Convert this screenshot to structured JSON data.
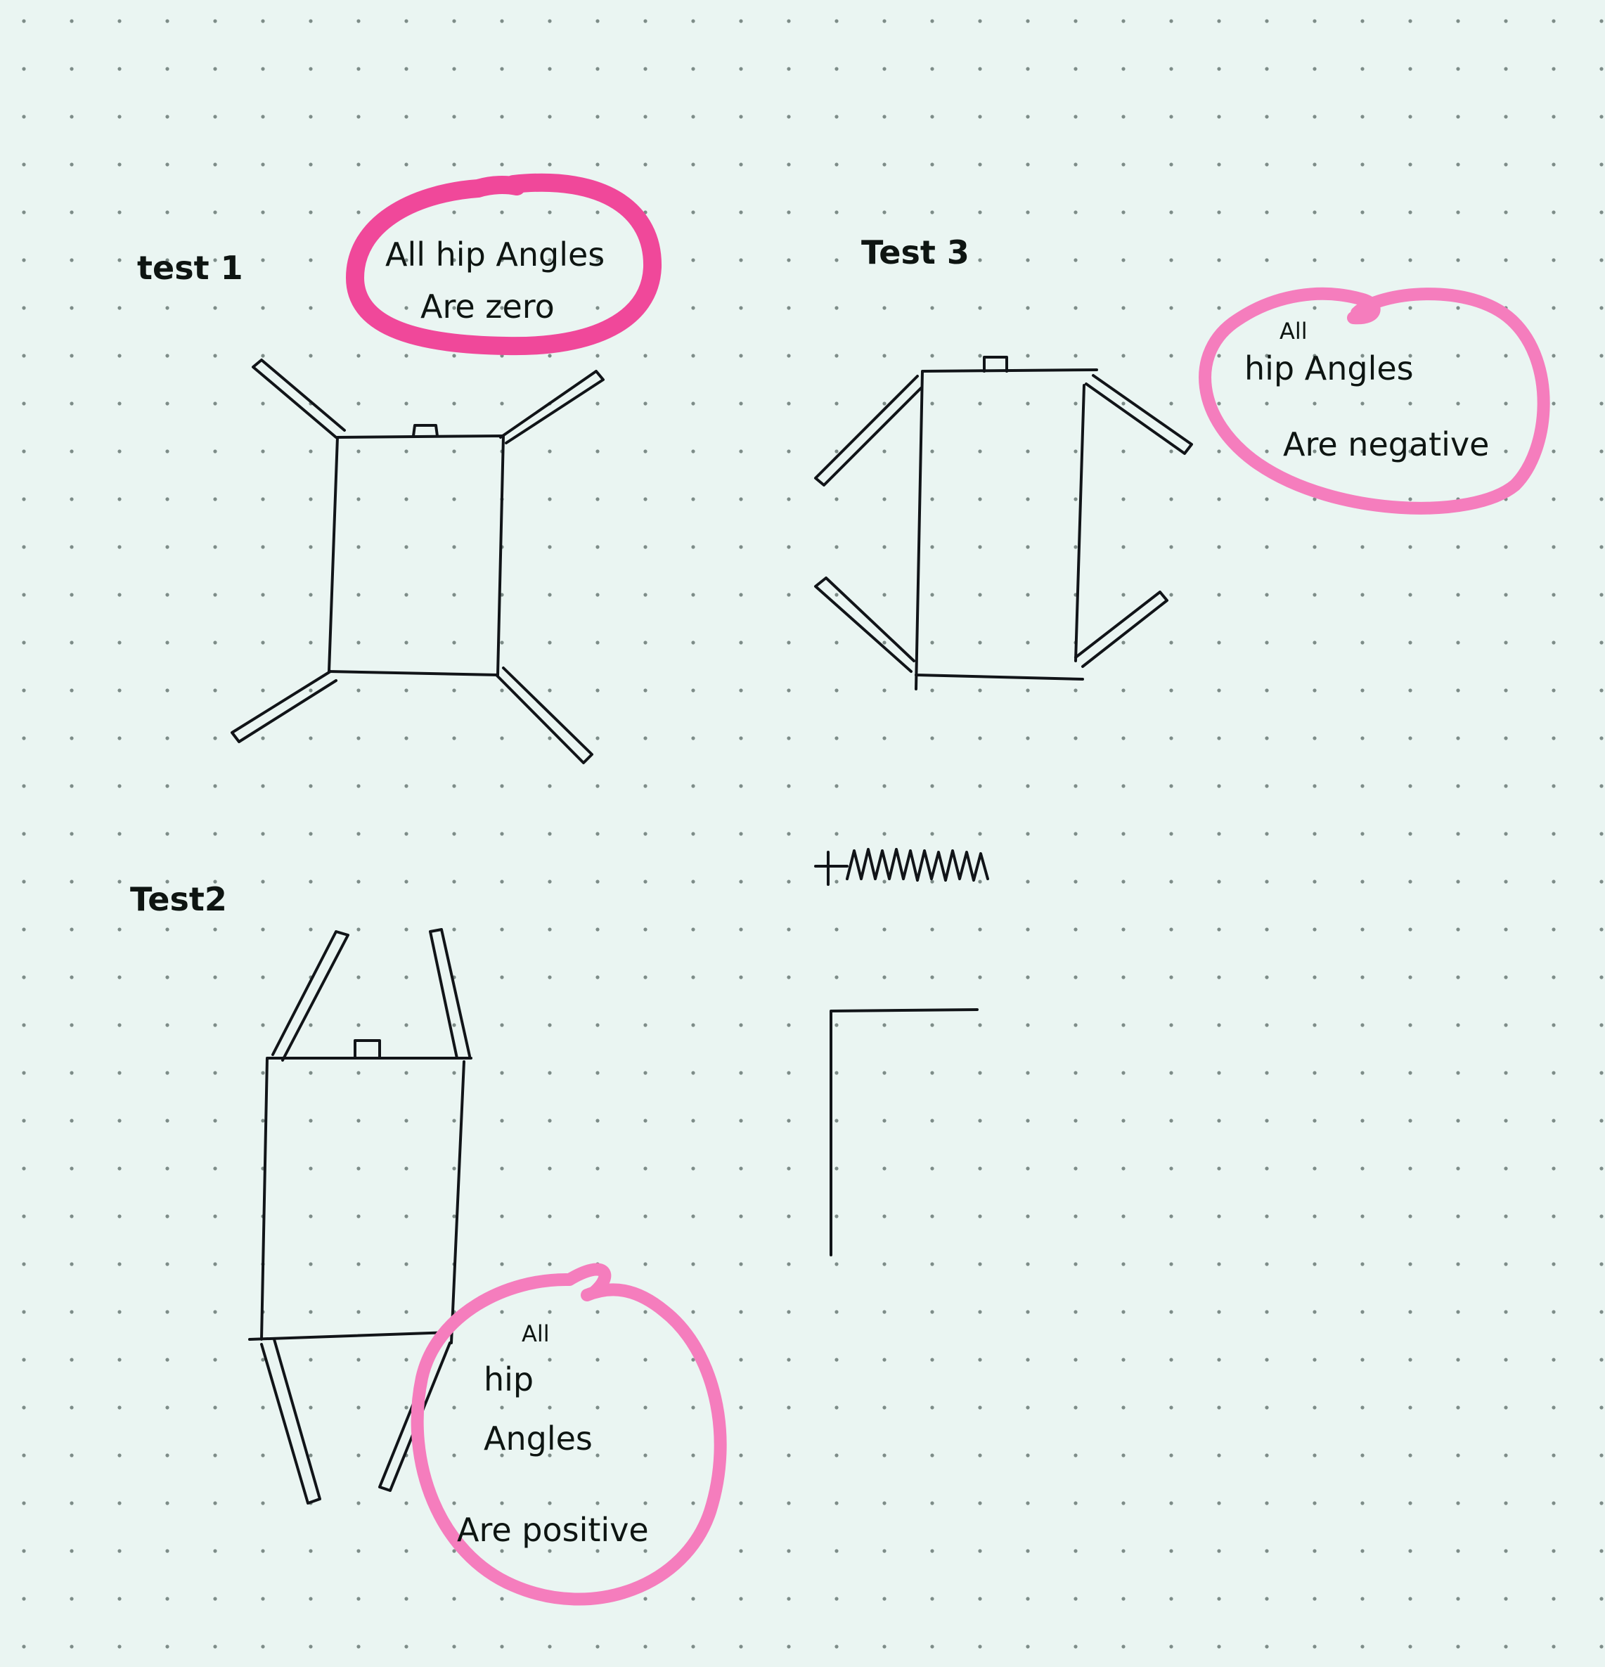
{
  "colors": {
    "paper": "#eaf5f2",
    "dot": "#7d8c88",
    "ink": "#111418",
    "highlighter_dark": "#f0489a",
    "highlighter_light": "#f57dbd"
  },
  "test1": {
    "title": "test 1",
    "note_line1": "All hip Angles",
    "note_line2": "Are zero"
  },
  "test3": {
    "title": "Test 3",
    "note_line1": "All",
    "note_line2": "hip Angles",
    "note_line3": "Are negative"
  },
  "test2": {
    "title": "Test2",
    "note_line1": "All",
    "note_line2": "hip",
    "note_line3": "Angles",
    "note_line4": "Are positive"
  },
  "test4": {
    "title_scribble": "scribbled-out text"
  }
}
